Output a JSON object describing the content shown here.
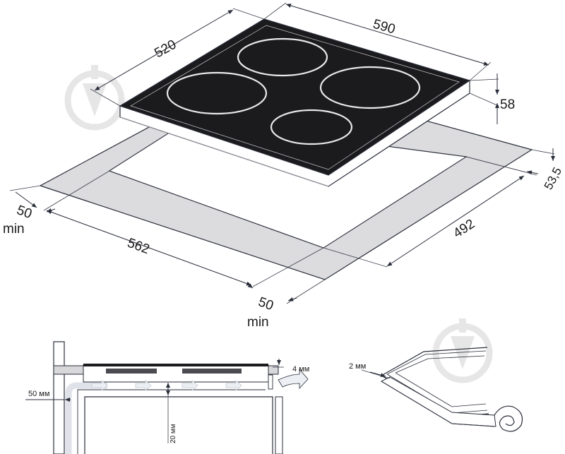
{
  "dimensions": {
    "depth_top": "520",
    "width_top": "590",
    "height_right": "58",
    "gap_right": "53,5",
    "cutout_depth": "492",
    "cutout_width": "562",
    "clearance_left_value": "50",
    "clearance_left_unit": "min",
    "clearance_front_value": "50",
    "clearance_front_unit": "min"
  },
  "ventilation_detail": {
    "wall_gap": "50 мм",
    "airflow_gap": "20 мм",
    "outlet_gap": "4 мм"
  },
  "seal_detail": {
    "seal_thickness": "2 мм"
  },
  "colors": {
    "glass": "#1b1b1e",
    "frame": "#dcdcde",
    "line": "#2a2e3a",
    "burner_ring": "#e8e8ea",
    "watermark": "#e4e4e4",
    "arrow_fill": "#eceff4"
  },
  "icons": {
    "watermark": "droplet-logo-icon"
  }
}
